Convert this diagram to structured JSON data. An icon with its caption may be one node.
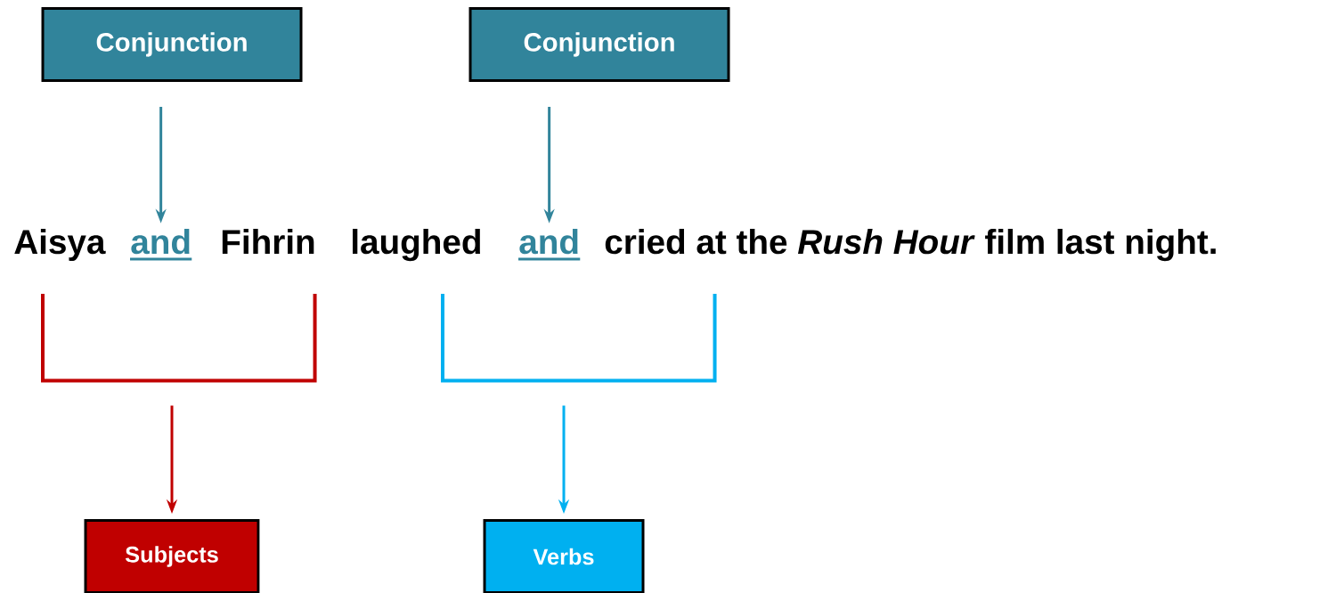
{
  "diagram": {
    "nodes": [
      {
        "text": [
          "Conjunction"
        ]
      },
      {
        "text": [
          "Conjunction"
        ]
      },
      {
        "text": [
          "Aisya"
        ]
      },
      {
        "text": [
          "and"
        ]
      },
      {
        "text": [
          "Fihrin"
        ]
      },
      {
        "text": [
          "laughed"
        ]
      },
      {
        "text": [
          "and"
        ]
      },
      {
        "text": [
          "cried at the *Rush Hour* film last night."
        ]
      },
      {
        "text": [],
        "shape": "bracket"
      },
      {
        "text": [],
        "shape": "bracket"
      },
      {
        "text": [
          "Subjects"
        ]
      },
      {
        "text": [
          "Verbs"
        ]
      }
    ],
    "edges": [
      {
        "from": 0,
        "to": 3,
        "arrow": "to",
        "color": "#31849b"
      },
      {
        "from": 1,
        "to": 6,
        "arrow": "to",
        "color": "#31849b"
      },
      {
        "from": 8,
        "to": 10,
        "arrow": "to",
        "color": "#c00000"
      },
      {
        "from": 9,
        "to": 11,
        "arrow": "to",
        "color": "#00b0f0"
      }
    ]
  }
}
